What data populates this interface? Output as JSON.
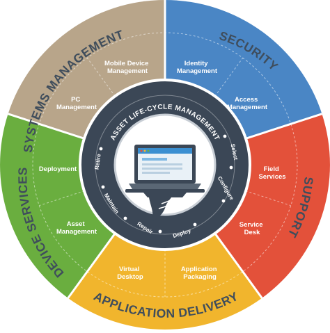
{
  "colors": {
    "security": "#4a86c5",
    "support": "#e3513a",
    "application_delivery": "#f1b52d",
    "device_services": "#6aae3f",
    "systems_management": "#b8a58a",
    "hub_dark": "#3b4756",
    "hub_ring": "#525f6e"
  },
  "segments": {
    "security": {
      "title": "SECURITY",
      "items": [
        {
          "line1": "Identity",
          "line2": "Management"
        },
        {
          "line1": "Access",
          "line2": "Management"
        }
      ]
    },
    "support": {
      "title": "SUPPORT",
      "items": [
        {
          "line1": "Field",
          "line2": "Services"
        },
        {
          "line1": "Service",
          "line2": "Desk"
        }
      ]
    },
    "application_delivery": {
      "title": "APPLICATION DELIVERY",
      "items": [
        {
          "line1": "Virtual",
          "line2": "Desktop"
        },
        {
          "line1": "Application",
          "line2": "Packaging"
        }
      ]
    },
    "device_services": {
      "title": "DEVICE SERVICES",
      "items": [
        {
          "line1": "Deployment",
          "line2": ""
        },
        {
          "line1": "Asset",
          "line2": "Management"
        }
      ]
    },
    "systems_management": {
      "title": "SYSTEMS MANAGEMENT",
      "items": [
        {
          "line1": "Mobile Device",
          "line2": "Management"
        },
        {
          "line1": "PC",
          "line2": "Management"
        }
      ]
    }
  },
  "hub": {
    "title": "ASSET LIFE-CYCLE MANAGEMENT",
    "phases": [
      "Select",
      "Configure",
      "Deploy",
      "Repair",
      "Maintain",
      "Retire"
    ],
    "icon": "laptop-on-tray-icon"
  }
}
